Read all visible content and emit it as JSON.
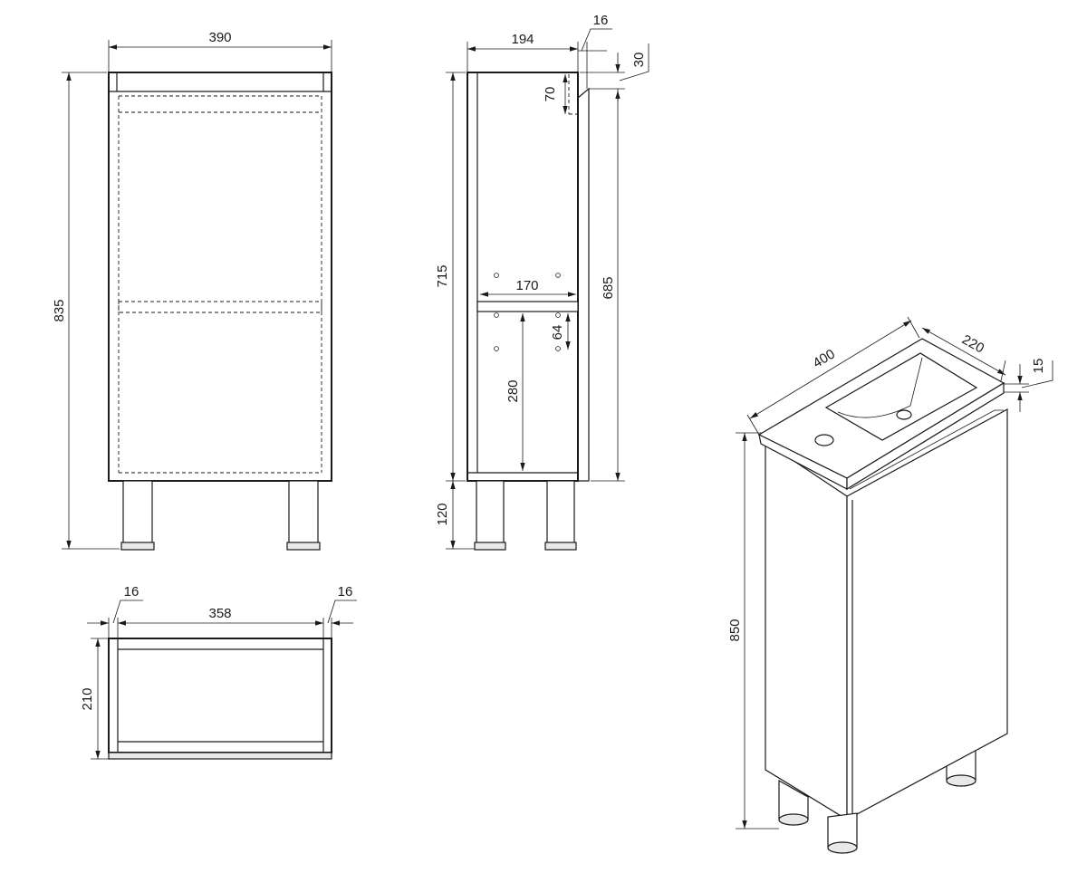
{
  "colors": {
    "line": "#1a1a1a",
    "background": "#ffffff"
  },
  "front_view": {
    "width": "390",
    "height": "835"
  },
  "side_view": {
    "depth": "194",
    "door_thickness": "16",
    "top_offset": "30",
    "handle_recess": "70",
    "body_height": "715",
    "door_height": "685",
    "shelf_depth": "170",
    "shelf_hole_spacing": "64",
    "shelf_height": "280",
    "leg_height": "120"
  },
  "plan_view": {
    "side_left": "16",
    "inner_width": "358",
    "side_right": "16",
    "depth": "210"
  },
  "iso_view": {
    "width": "400",
    "depth": "220",
    "basin_thickness": "15",
    "height": "850"
  }
}
